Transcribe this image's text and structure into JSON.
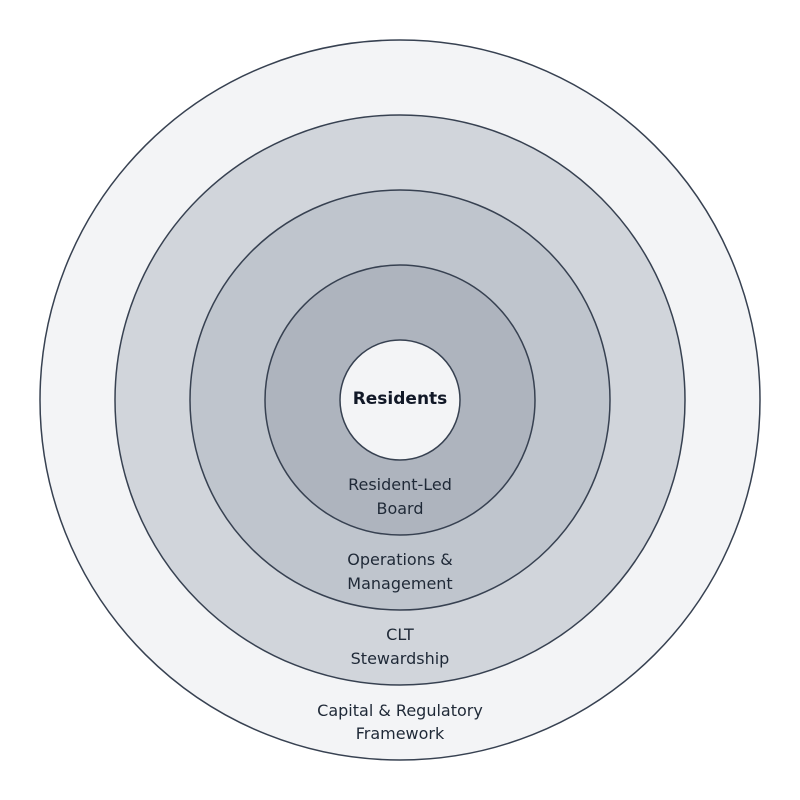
{
  "diagram": {
    "type": "concentric-circles",
    "stroke_color": "#374151",
    "core": {
      "label": "Residents",
      "fill": "#f3f4f6"
    },
    "rings": [
      {
        "lines": [
          "Resident-Led",
          "Board"
        ],
        "fill": "#aeb4be"
      },
      {
        "lines": [
          "Operations &",
          "Management"
        ],
        "fill": "#bfc5cd"
      },
      {
        "lines": [
          "CLT",
          "Stewardship"
        ],
        "fill": "#d1d5db"
      },
      {
        "lines": [
          "Capital & Regulatory",
          "Framework"
        ],
        "fill": "#f3f4f6"
      }
    ]
  }
}
